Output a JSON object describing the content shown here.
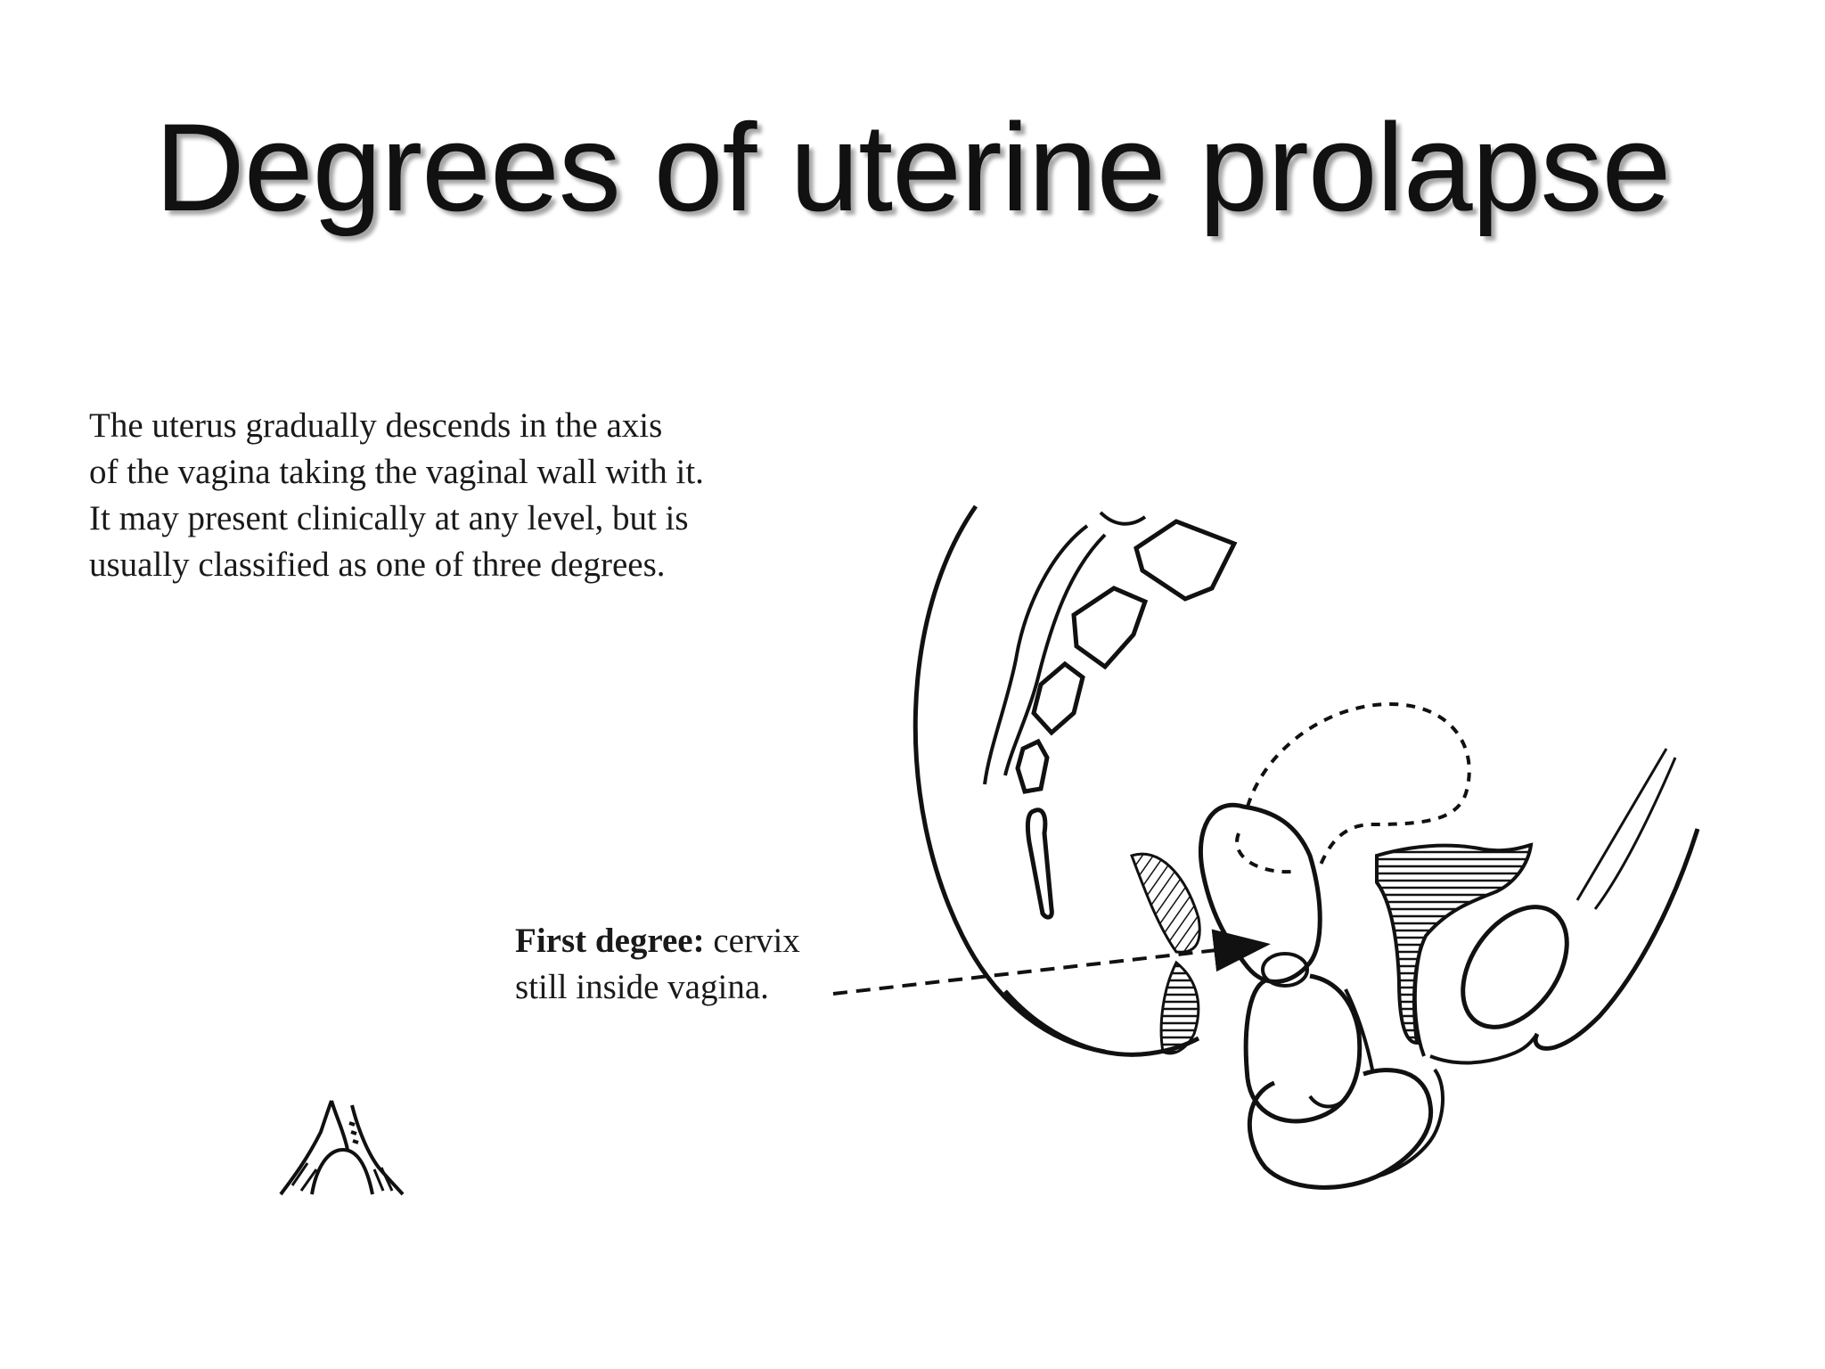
{
  "slide": {
    "title": "Degrees of uterine prolapse"
  },
  "intro": {
    "lines": [
      "The uterus gradually descends in the axis",
      "of the vagina taking the vaginal wall with it.",
      "It may present clinically at any level, but is",
      "usually classified as one of three degrees."
    ]
  },
  "caption": {
    "label_bold": "First degree:",
    "label_rest": " cervix",
    "line2": "still inside vagina."
  },
  "colors": {
    "ink": "#111111",
    "background": "#ffffff"
  },
  "figure": {
    "illustration": "sagittal-pelvis-cross-section",
    "small_figure": "small-vulva-sketch"
  }
}
